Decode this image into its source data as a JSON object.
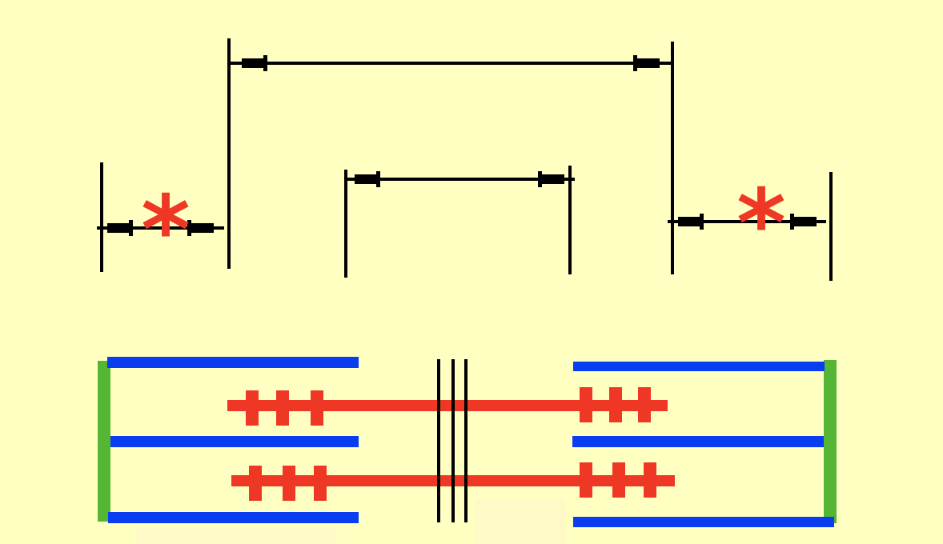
{
  "colors": {
    "background": "#FFFFC2",
    "line": "#000000",
    "actin": "#0A3CF0",
    "myosin": "#EE3724",
    "z_disc": "#55B534",
    "asterisk": "#EE3724",
    "faint_patch": "#FFF9C8"
  },
  "dimensions": {
    "left_span": {
      "label": "*"
    },
    "top_span": {
      "label": ""
    },
    "middle_span": {
      "label": ""
    },
    "right_span": {
      "label": "*"
    }
  },
  "sarcomere": {
    "z_discs": 2,
    "actin_filaments": 6,
    "myosin_filaments": 2,
    "m_line_strokes": 3,
    "crossbridges_per_side": 3
  }
}
